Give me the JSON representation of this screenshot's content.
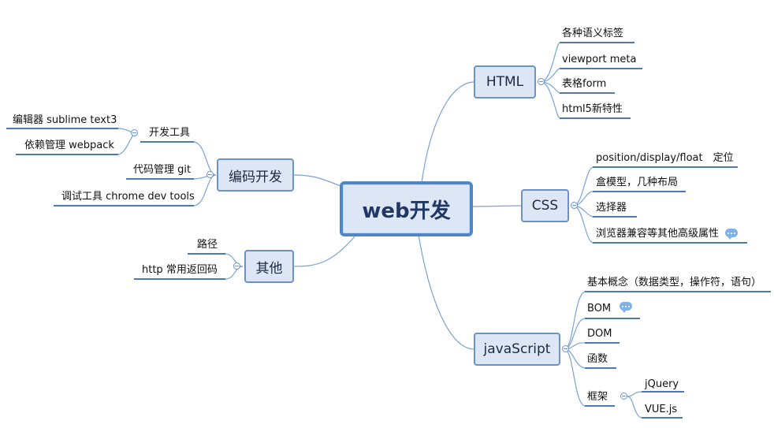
{
  "root": {
    "label": "web开发"
  },
  "branches": {
    "html": {
      "label": "HTML",
      "items": [
        "各种语义标签",
        "viewport meta",
        "表格form",
        "html5新特性"
      ]
    },
    "css": {
      "label": "CSS",
      "items": [
        "position/display/float　定位",
        "盒模型，几种布局",
        "选择器",
        "浏览器兼容等其他高级属性"
      ]
    },
    "js": {
      "label": "javaScript",
      "items": [
        "基本概念（数据类型，操作符，语句）",
        "BOM",
        "DOM",
        "函数",
        "框架"
      ],
      "framework_items": [
        "jQuery",
        "VUE.js"
      ]
    },
    "coding": {
      "label": "编码开发",
      "items": [
        "开发工具",
        "代码管理 git",
        "调试工具 chrome dev tools"
      ],
      "tool_items": [
        "编辑器 sublime text3",
        "依赖管理 webpack"
      ]
    },
    "other": {
      "label": "其他",
      "items": [
        "路径",
        "http 常用返回码"
      ]
    }
  },
  "colors": {
    "line": "#7aa3d4",
    "underline": "#4f78b8",
    "node_fill": "#dce6f4",
    "node_border": "#6b93c8",
    "root_border": "#4f86c6"
  }
}
